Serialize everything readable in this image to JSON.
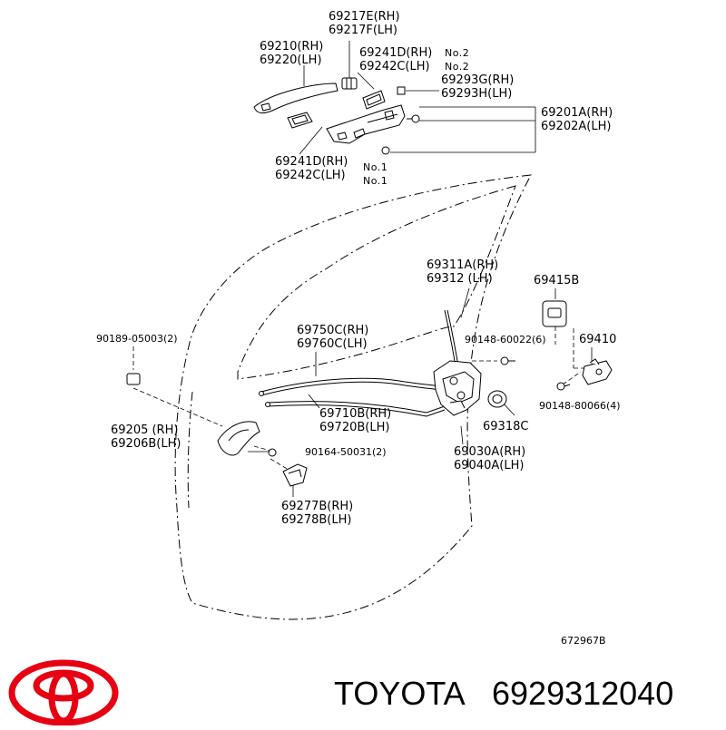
{
  "labels": {
    "l69217": [
      "69217E(RH)",
      "69217F(LH)"
    ],
    "l69210": [
      "69210(RH)",
      "69220(LH)"
    ],
    "l69241top": [
      "69241D(RH)",
      "69242C(LH)"
    ],
    "notesTop": [
      "No.2",
      "No.2"
    ],
    "l69293": [
      "69293G(RH)",
      "69293H(LH)"
    ],
    "l69201": [
      "69201A(RH)",
      "69202A(LH)"
    ],
    "l69241bot": [
      "69241D(RH)",
      "69242C(LH)"
    ],
    "notesBot": [
      "No.1",
      "No.1"
    ],
    "l69311": [
      "69311A(RH)",
      "69312 (LH)"
    ],
    "l69415": "69415B",
    "l90189": "90189-05003(2)",
    "l69750": [
      "69750C(RH)",
      "69760C(LH)"
    ],
    "l90148a": "90148-60022(6)",
    "l69410": "69410",
    "l69710": [
      "69710B(RH)",
      "69720B(LH)"
    ],
    "l69318": "69318C",
    "l90148b": "90148-80066(4)",
    "l69205": [
      "69205 (RH)",
      "69206B(LH)"
    ],
    "l90164": "90164-50031(2)",
    "l69030": [
      "69030A(RH)",
      "69040A(LH)"
    ],
    "l69277": [
      "69277B(RH)",
      "69278B(LH)"
    ]
  },
  "diagram_code": "672967B",
  "brand": {
    "name": "TOYOTA",
    "part_number": "6929312040",
    "logo_color": "#e60012"
  }
}
